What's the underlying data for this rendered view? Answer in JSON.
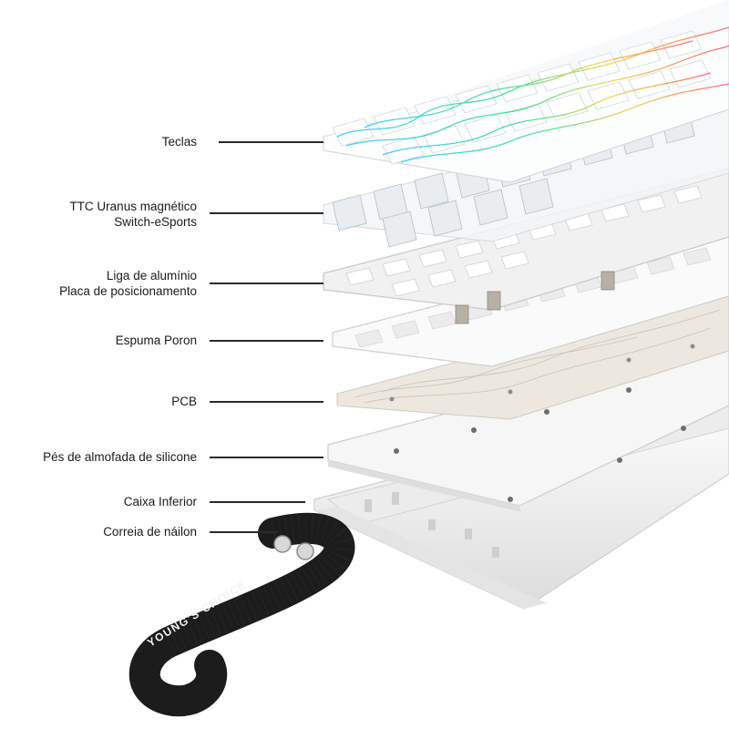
{
  "diagram": {
    "layers": [
      {
        "id": "keycaps",
        "lines": [
          "Teclas"
        ]
      },
      {
        "id": "switches",
        "lines": [
          "TTC Uranus magnético",
          "Switch-eSports"
        ]
      },
      {
        "id": "plate",
        "lines": [
          "Liga de alumínio",
          "Placa de posicionamento"
        ]
      },
      {
        "id": "foam",
        "lines": [
          "Espuma Poron"
        ]
      },
      {
        "id": "pcb",
        "lines": [
          "PCB"
        ]
      },
      {
        "id": "feet",
        "lines": [
          "Pés de almofada de silicone"
        ]
      },
      {
        "id": "bottom-case",
        "lines": [
          "Caixa Inferior"
        ]
      },
      {
        "id": "strap",
        "lines": [
          "Correia de náilon"
        ]
      }
    ],
    "strap_text": "YOUNG'S CHOICE",
    "colors": {
      "label": "#1a1a1a",
      "leader": "#2b2b2b",
      "strap": "#1c1c1c",
      "case": "#f2f2f2"
    }
  }
}
